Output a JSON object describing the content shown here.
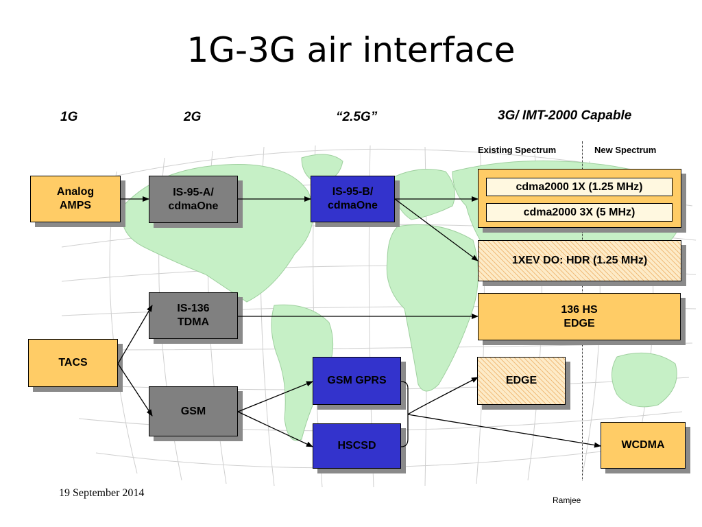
{
  "title": "1G-3G air interface",
  "generations": {
    "g1": "1G",
    "g2": "2G",
    "g25": "“2.5G”",
    "g3": "3G/ IMT-2000 Capable"
  },
  "spectrum": {
    "existing": "Existing Spectrum",
    "new": "New Spectrum"
  },
  "nodes": {
    "analog_amps": "Analog\nAMPS",
    "tacs": "TACS",
    "is95a": "IS-95-A/\ncdmaOne",
    "is136": "IS-136\nTDMA",
    "gsm": "GSM",
    "is95b": "IS-95-B/\ncdmaOne",
    "gsm_gprs": "GSM GPRS",
    "hscsd": "HSCSD",
    "cdma_1x": "cdma2000 1X (1.25 MHz)",
    "cdma_3x": "cdma2000 3X (5 MHz)",
    "xev_do": "1XEV DO: HDR (1.25 MHz)",
    "hs136_edge": "136 HS\nEDGE",
    "edge": "EDGE",
    "wcdma": "WCDMA"
  },
  "colors": {
    "box_1g_3g": "#ffcc66",
    "box_2g": "#808080",
    "box_25g": "#3333cc",
    "box_hatched": "#fdebc8",
    "map_land": "#c6f0c6",
    "map_grid": "#cccccc",
    "shadow": "#8a8a8a"
  },
  "background": "world-map-grid",
  "footer": {
    "date": "19 September 2014",
    "author": "Ramjee"
  }
}
